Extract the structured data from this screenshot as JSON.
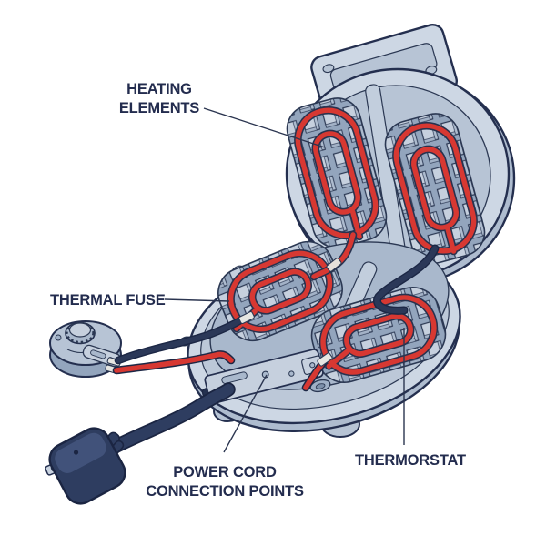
{
  "diagram": {
    "labels": {
      "heating_elements": {
        "line1": "HEATING",
        "line2": "ELEMENTS"
      },
      "thermal_fuse": "THERMAL FUSE",
      "power_cord_connection_points": {
        "line1": "POWER CORD",
        "line2": "CONNECTION POINTS"
      },
      "thermostat": "THERMORSTAT"
    },
    "colors": {
      "background": "#ffffff",
      "outline_navy": "#242f4f",
      "body_light": "#cdd7e4",
      "body_mid": "#b7c4d5",
      "body_dark": "#8fa1ba",
      "grid_cube_top": "#c6d0de",
      "heating_element_red": "#d73832",
      "wire_navy": "#2b3858",
      "connector_light": "#e6e6e2",
      "label_text": "#232c4e"
    }
  }
}
